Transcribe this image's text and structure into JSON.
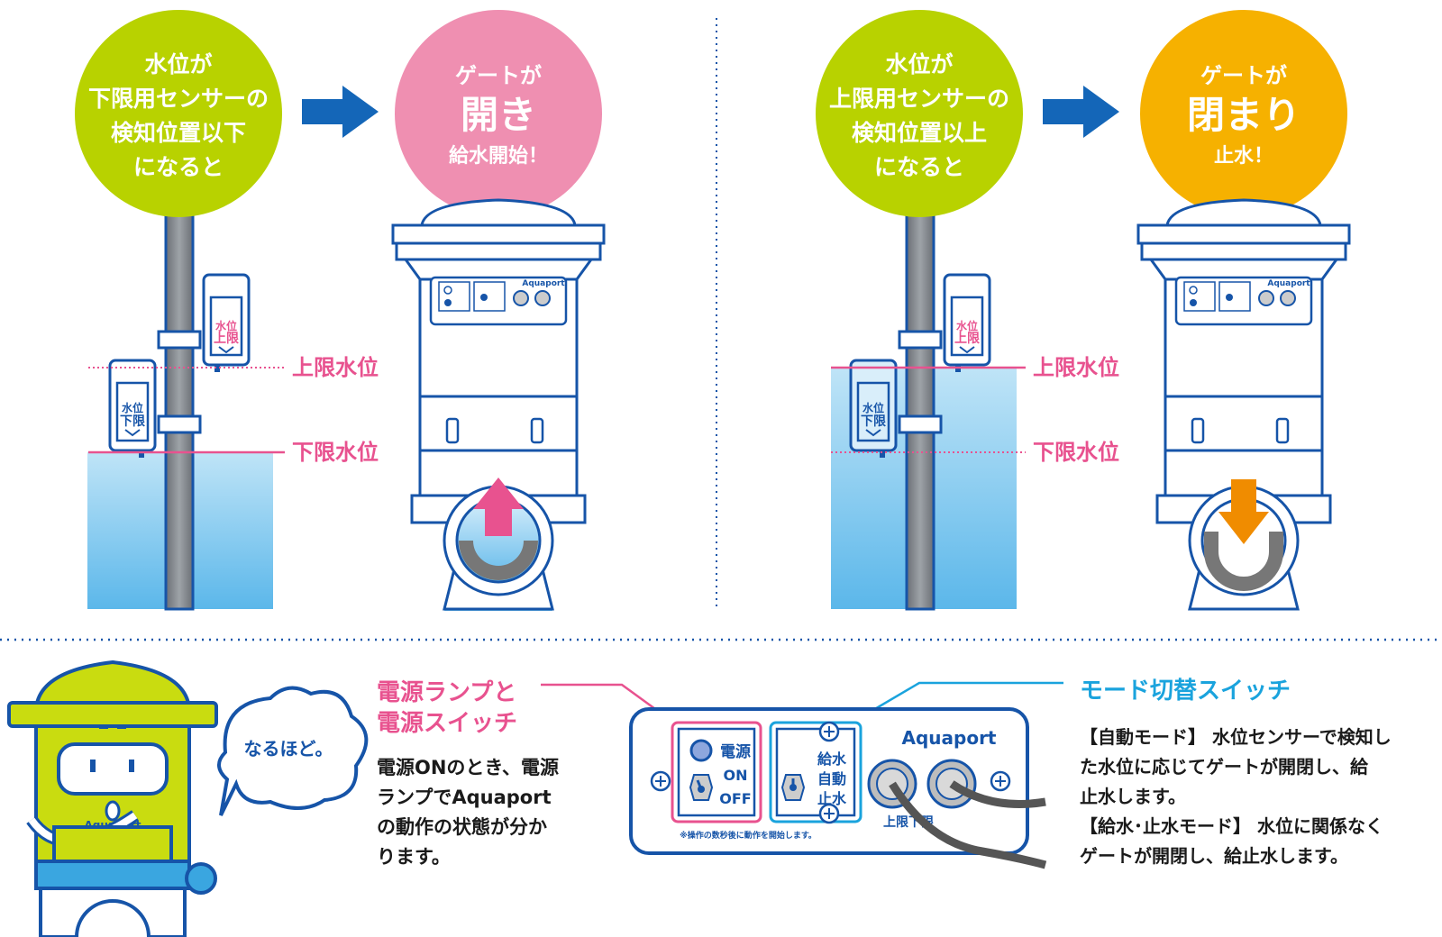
{
  "colors": {
    "green_bubble": "#b8d200",
    "pink_bubble": "#ef8fb1",
    "orange_bubble": "#f6b100",
    "arrow_blue": "#1466b8",
    "outline_blue": "#1654a8",
    "water_blue": "#7fc8ee",
    "pink_text": "#e8528f",
    "cyan_text": "#1aa3dd",
    "pink_arrow": "#e8528f",
    "orange_arrow": "#f08c00",
    "mascot_green": "#c9dc10"
  },
  "left_panel": {
    "condition_lines": [
      "水位が",
      "下限用センサーの",
      "検知位置以下",
      "になると"
    ],
    "result_top": "ゲートが",
    "result_big": "開き",
    "result_bottom": "給水開始！",
    "upper_level_label": "上限水位",
    "lower_level_label": "下限水位",
    "upper_sensor_lines": [
      "水位",
      "上限"
    ],
    "lower_sensor_lines": [
      "水位",
      "下限"
    ]
  },
  "right_panel": {
    "condition_lines": [
      "水位が",
      "上限用センサーの",
      "検知位置以上",
      "になると"
    ],
    "result_top": "ゲートが",
    "result_big": "閉まり",
    "result_bottom": "止水！",
    "upper_level_label": "上限水位",
    "lower_level_label": "下限水位",
    "upper_sensor_lines": [
      "水位",
      "上限"
    ],
    "lower_sensor_lines": [
      "水位",
      "下限"
    ]
  },
  "device": {
    "brand": "Aquaport",
    "power_label": "電源",
    "on_label": "ON",
    "off_label": "OFF",
    "mode_supply": "給水",
    "mode_auto": "自動",
    "mode_stop": "止水",
    "sensor_label": "上限下限",
    "note": "※操作の数秒後に動作を開始します。"
  },
  "bottom": {
    "speech": "なるほど。",
    "mascot_brand": "Aquaport",
    "power_heading_lines": [
      "電源ランプと",
      "電源スイッチ"
    ],
    "power_desc_lines": [
      "電源ONのとき、電源",
      "ランプでAquaport",
      "の動作の状態が分か",
      "ります。"
    ],
    "mode_heading": "モード切替スイッチ",
    "mode_desc_lines": [
      "【自動モード】 水位センサーで検知し",
      "た水位に応じてゲートが開閉し、給",
      "止水します。",
      "【給水･止水モード】 水位に関係なく",
      "ゲートが開閉し、給止水します。"
    ]
  }
}
